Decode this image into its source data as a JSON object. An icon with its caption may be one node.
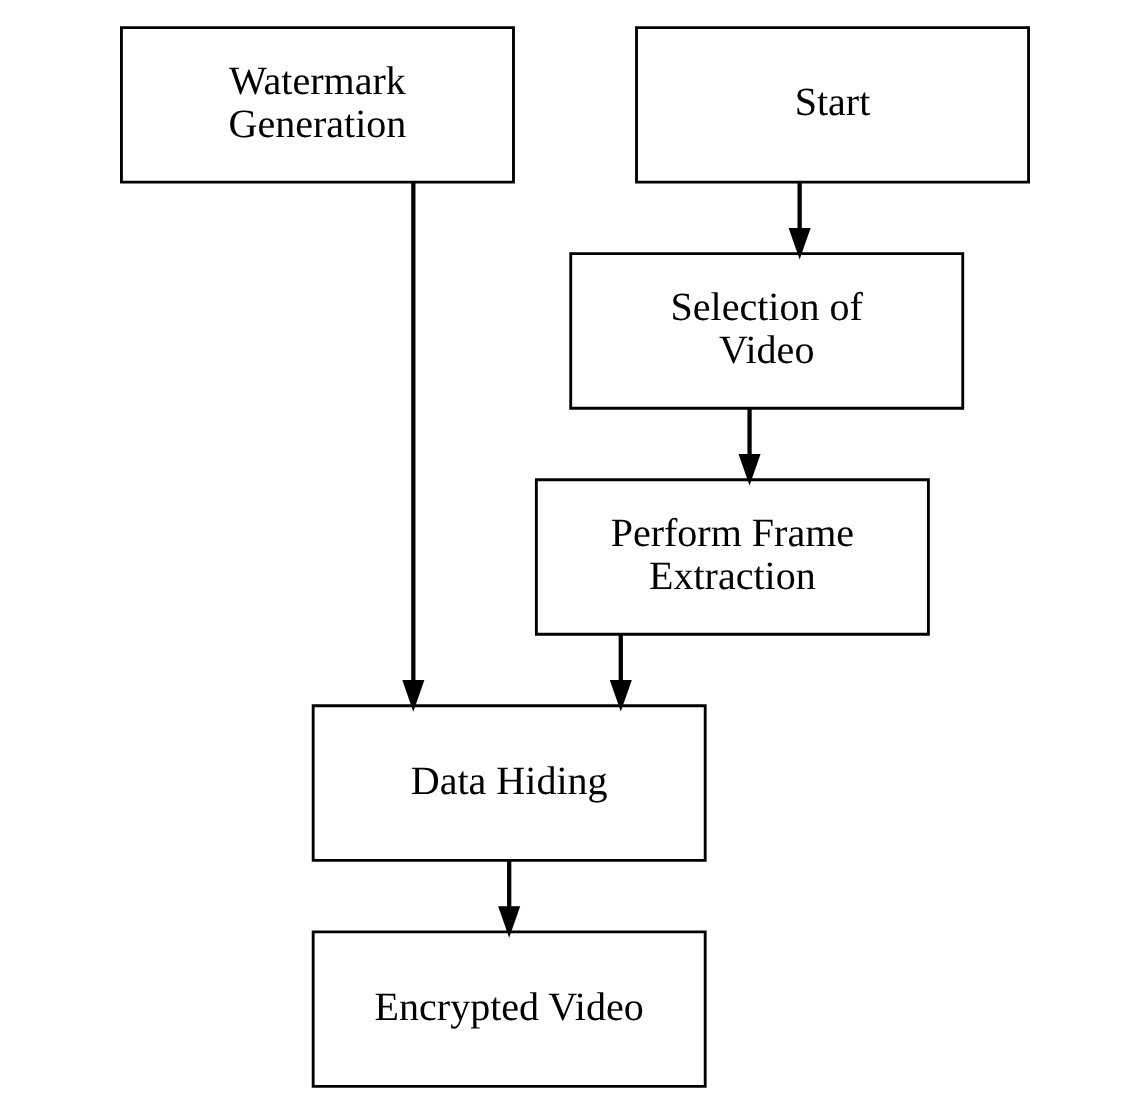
{
  "diagram": {
    "nodes": [
      {
        "text": [
          "Watermark Generation"
        ]
      },
      {
        "text": [
          "Start"
        ]
      },
      {
        "text": [
          "Selection of Video"
        ]
      },
      {
        "text": [
          "Perform Frame Extraction"
        ]
      },
      {
        "text": [
          "Data Hiding"
        ]
      },
      {
        "text": [
          "Encrypted Video"
        ]
      }
    ],
    "edges": [
      {
        "from": 1,
        "to": 2,
        "arrow": "to"
      },
      {
        "from": 2,
        "to": 3,
        "arrow": "to"
      },
      {
        "from": 3,
        "to": 4,
        "arrow": "to"
      },
      {
        "from": 0,
        "to": 4,
        "arrow": "to"
      },
      {
        "from": 4,
        "to": 5,
        "arrow": "to"
      }
    ]
  }
}
